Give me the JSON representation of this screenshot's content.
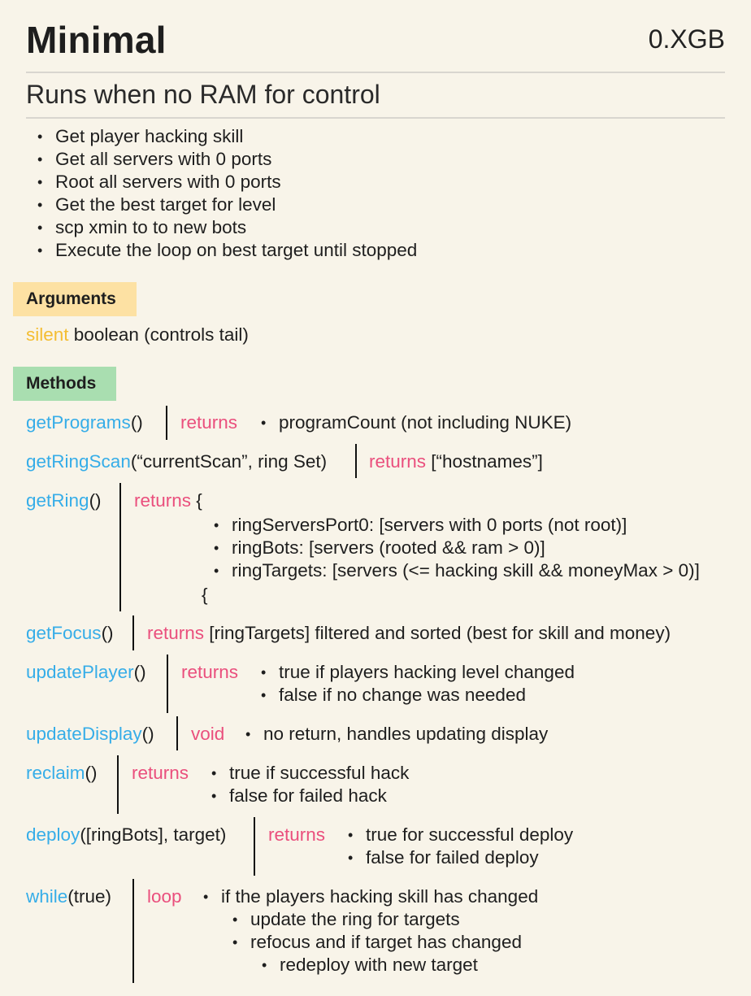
{
  "header": {
    "title": "Minimal",
    "size": "0.XGB"
  },
  "subtitle": "Runs when no RAM for control",
  "summary": [
    "Get player hacking skill",
    "Get all servers with 0 ports",
    "Root all servers with 0 ports",
    "Get the best target for level",
    "scp xmin to to new bots",
    "Execute the loop on best target until stopped"
  ],
  "arguments": {
    "heading": "Arguments",
    "name": "silent",
    "desc": "boolean (controls tail)"
  },
  "methods": {
    "heading": "Methods",
    "getPrograms": {
      "name": "getPrograms",
      "params": "()",
      "kind": "returns",
      "items": [
        "programCount (not including NUKE)"
      ]
    },
    "getRingScan": {
      "name": "getRingScan",
      "params": "(“currentScan”, ring Set)",
      "kind": "returns",
      "value": "[“hostnames”]"
    },
    "getRing": {
      "name": "getRing",
      "params": "()",
      "kind": "returns",
      "open": "{",
      "items": [
        "ringServersPort0: [servers with 0 ports (not root)]",
        "ringBots: [servers (rooted && ram > 0)]",
        "ringTargets: [servers (<= hacking skill && moneyMax > 0)]"
      ],
      "close": "{"
    },
    "getFocus": {
      "name": "getFocus",
      "params": "()",
      "kind": "returns",
      "value": "[ringTargets] filtered and sorted (best for skill and money)"
    },
    "updatePlayer": {
      "name": "updatePlayer",
      "params": "()",
      "kind": "returns",
      "items": [
        "true if players hacking level changed",
        "false if no change was needed"
      ]
    },
    "updateDisplay": {
      "name": "updateDisplay",
      "params": "()",
      "kind": "void",
      "items": [
        "no return, handles updating display"
      ]
    },
    "reclaim": {
      "name": "reclaim",
      "params": "()",
      "kind": "returns",
      "items": [
        "true if successful hack",
        "false for failed hack"
      ]
    },
    "deploy": {
      "name": "deploy",
      "params": "([ringBots], target)",
      "kind": "returns",
      "items": [
        "true for successful deploy",
        "false for failed deploy"
      ]
    },
    "loop": {
      "name": "while",
      "params": "(true)",
      "kind": "loop",
      "items": [
        "if the players hacking skill has changed",
        "update the ring for targets",
        "refocus and if target has changed",
        "redeploy with new target"
      ]
    }
  },
  "bullet": "•"
}
